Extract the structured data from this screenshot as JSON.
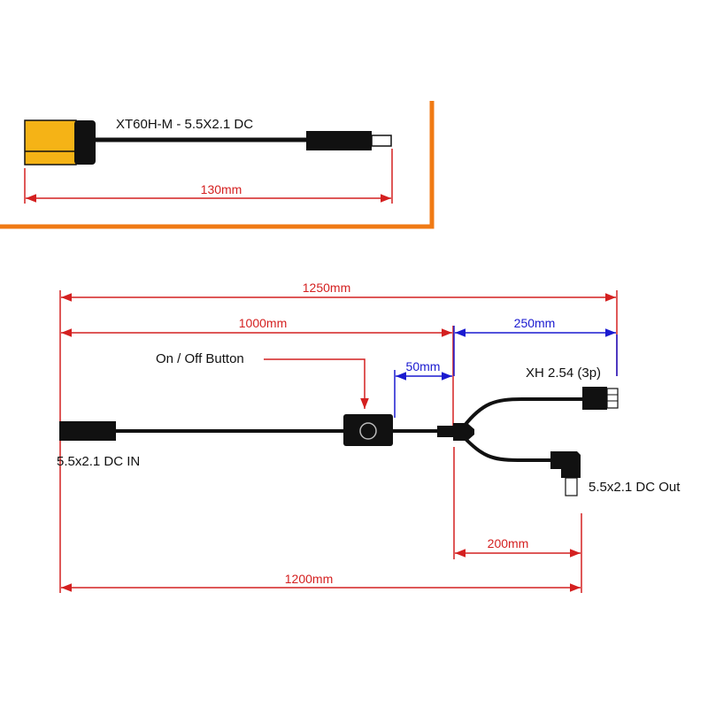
{
  "colors": {
    "red_dimension": "#d42020",
    "blue_dimension": "#1a1ad0",
    "orange_frame": "#f07a14",
    "cable": "#111111",
    "xt60_yellow": "#f5b316",
    "connector_black": "#111111",
    "tip_white": "#ffffff"
  },
  "inset": {
    "title": "XT60H-M - 5.5X2.1 DC",
    "length_label": "130mm"
  },
  "main": {
    "total_length_label": "1250mm",
    "main_length_label": "1000mm",
    "branch_length_label": "250mm",
    "switch_offset_label": "50mm",
    "lower_branch_label": "200mm",
    "bottom_total_label": "1200mm",
    "switch_label": "On / Off Button",
    "input_label": "5.5x2.1 DC IN",
    "xh_label": "XH 2.54 (3p)",
    "output_label": "5.5x2.1 DC Out"
  },
  "icons": {
    "arrowhead": "arrowhead-icon",
    "power_switch": "power-switch-icon"
  }
}
